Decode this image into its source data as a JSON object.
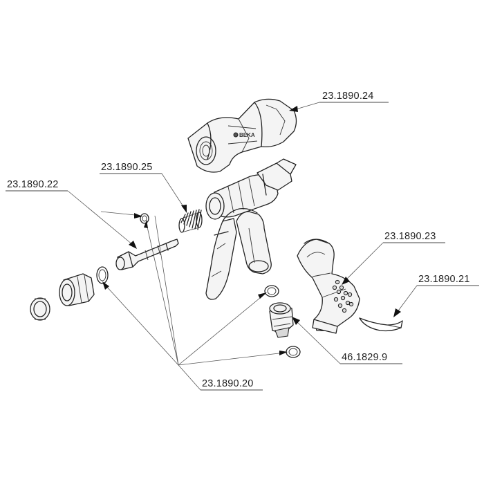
{
  "callouts": {
    "trigger_guard": "23.1890.24",
    "spring": "23.1890.25",
    "valve_stem": "23.1890.22",
    "handle": "23.1890.23",
    "retaining_clip": "23.1890.21",
    "fitting": "46.1829.9",
    "o_rings": "23.1890.20"
  },
  "brand": "BEKA"
}
